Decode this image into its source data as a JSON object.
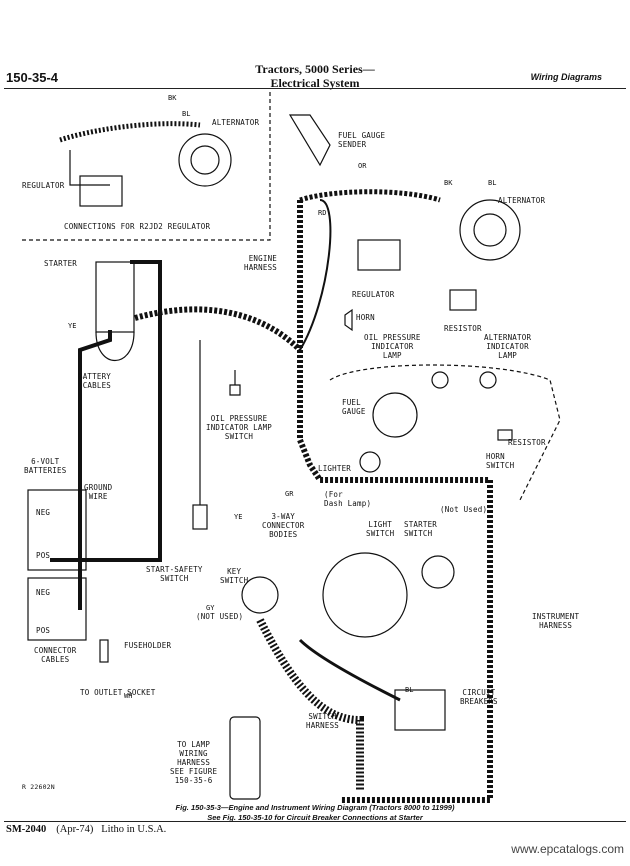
{
  "header": {
    "page_number": "150-35-4",
    "title_line1": "Tractors, 5000 Series—",
    "title_line2": "Electrical System",
    "section": "Wiring Diagrams"
  },
  "inset": {
    "caption": "CONNECTIONS FOR R2JD2 REGULATOR",
    "alternator": "ALTERNATOR",
    "regulator": "REGULATOR"
  },
  "labels": {
    "fuel_gauge_sender": "FUEL GAUGE\nSENDER",
    "alternator": "ALTERNATOR",
    "engine_harness": "ENGINE\nHARNESS",
    "regulator": "REGULATOR",
    "resistor": "RESISTOR",
    "starter": "STARTER",
    "horn": "HORN",
    "oil_pressure_indicator_lamp": "OIL PRESSURE\nINDICATOR\nLAMP",
    "alternator_indicator_lamp": "ALTERNATOR\nINDICATOR\nLAMP",
    "battery_cables": "BATTERY\nCABLES",
    "oil_pressure_indicator_lamp_switch": "OIL PRESSURE\nINDICATOR LAMP\nSWITCH",
    "fuel_gauge": "FUEL\nGAUGE",
    "resistor2": "RESISTOR",
    "lighter": "LIGHTER",
    "horn_switch": "HORN\nSWITCH",
    "six_volt_batteries": "6-VOLT\nBATTERIES",
    "ground_wire": "GROUND\nWIRE",
    "for_dash_lamp": "(For\nDash Lamp)",
    "not_used_15": "(Not Used)",
    "three_way_connector": "3-WAY\nCONNECTOR\nBODIES",
    "light_switch": "LIGHT\nSWITCH",
    "starter_switch": "STARTER\nSWITCH",
    "start_safety_switch": "START-SAFETY\nSWITCH",
    "key_switch": "KEY\nSWITCH",
    "not_used_9": "(NOT USED)",
    "instrument_harness": "INSTRUMENT\nHARNESS",
    "connector_cables": "CONNECTOR\nCABLES",
    "fuseholder": "FUSEHOLDER",
    "to_outlet_socket": "TO OUTLET SOCKET",
    "circuit_breakers": "CIRCUIT\nBREAKERS",
    "switch_harness": "SWITCH\nHARNESS",
    "to_lamp_wiring": "TO LAMP\nWIRING\nHARNESS\nSEE FIGURE\n150-35-6",
    "neg": "NEG",
    "pos": "POS",
    "part_no": "R 22602N"
  },
  "caption": {
    "line1": "Fig. 150-35-3—Engine and Instrument Wiring Diagram (Tractors 8000 to 11999)",
    "line2": "See Fig. 150-35-10 for Circuit Breaker Connections at Starter"
  },
  "footer": {
    "manual": "SM-2040",
    "date": "(Apr-74)",
    "litho": "Litho in U.S.A.",
    "url": "www.epcatalogs.com"
  }
}
